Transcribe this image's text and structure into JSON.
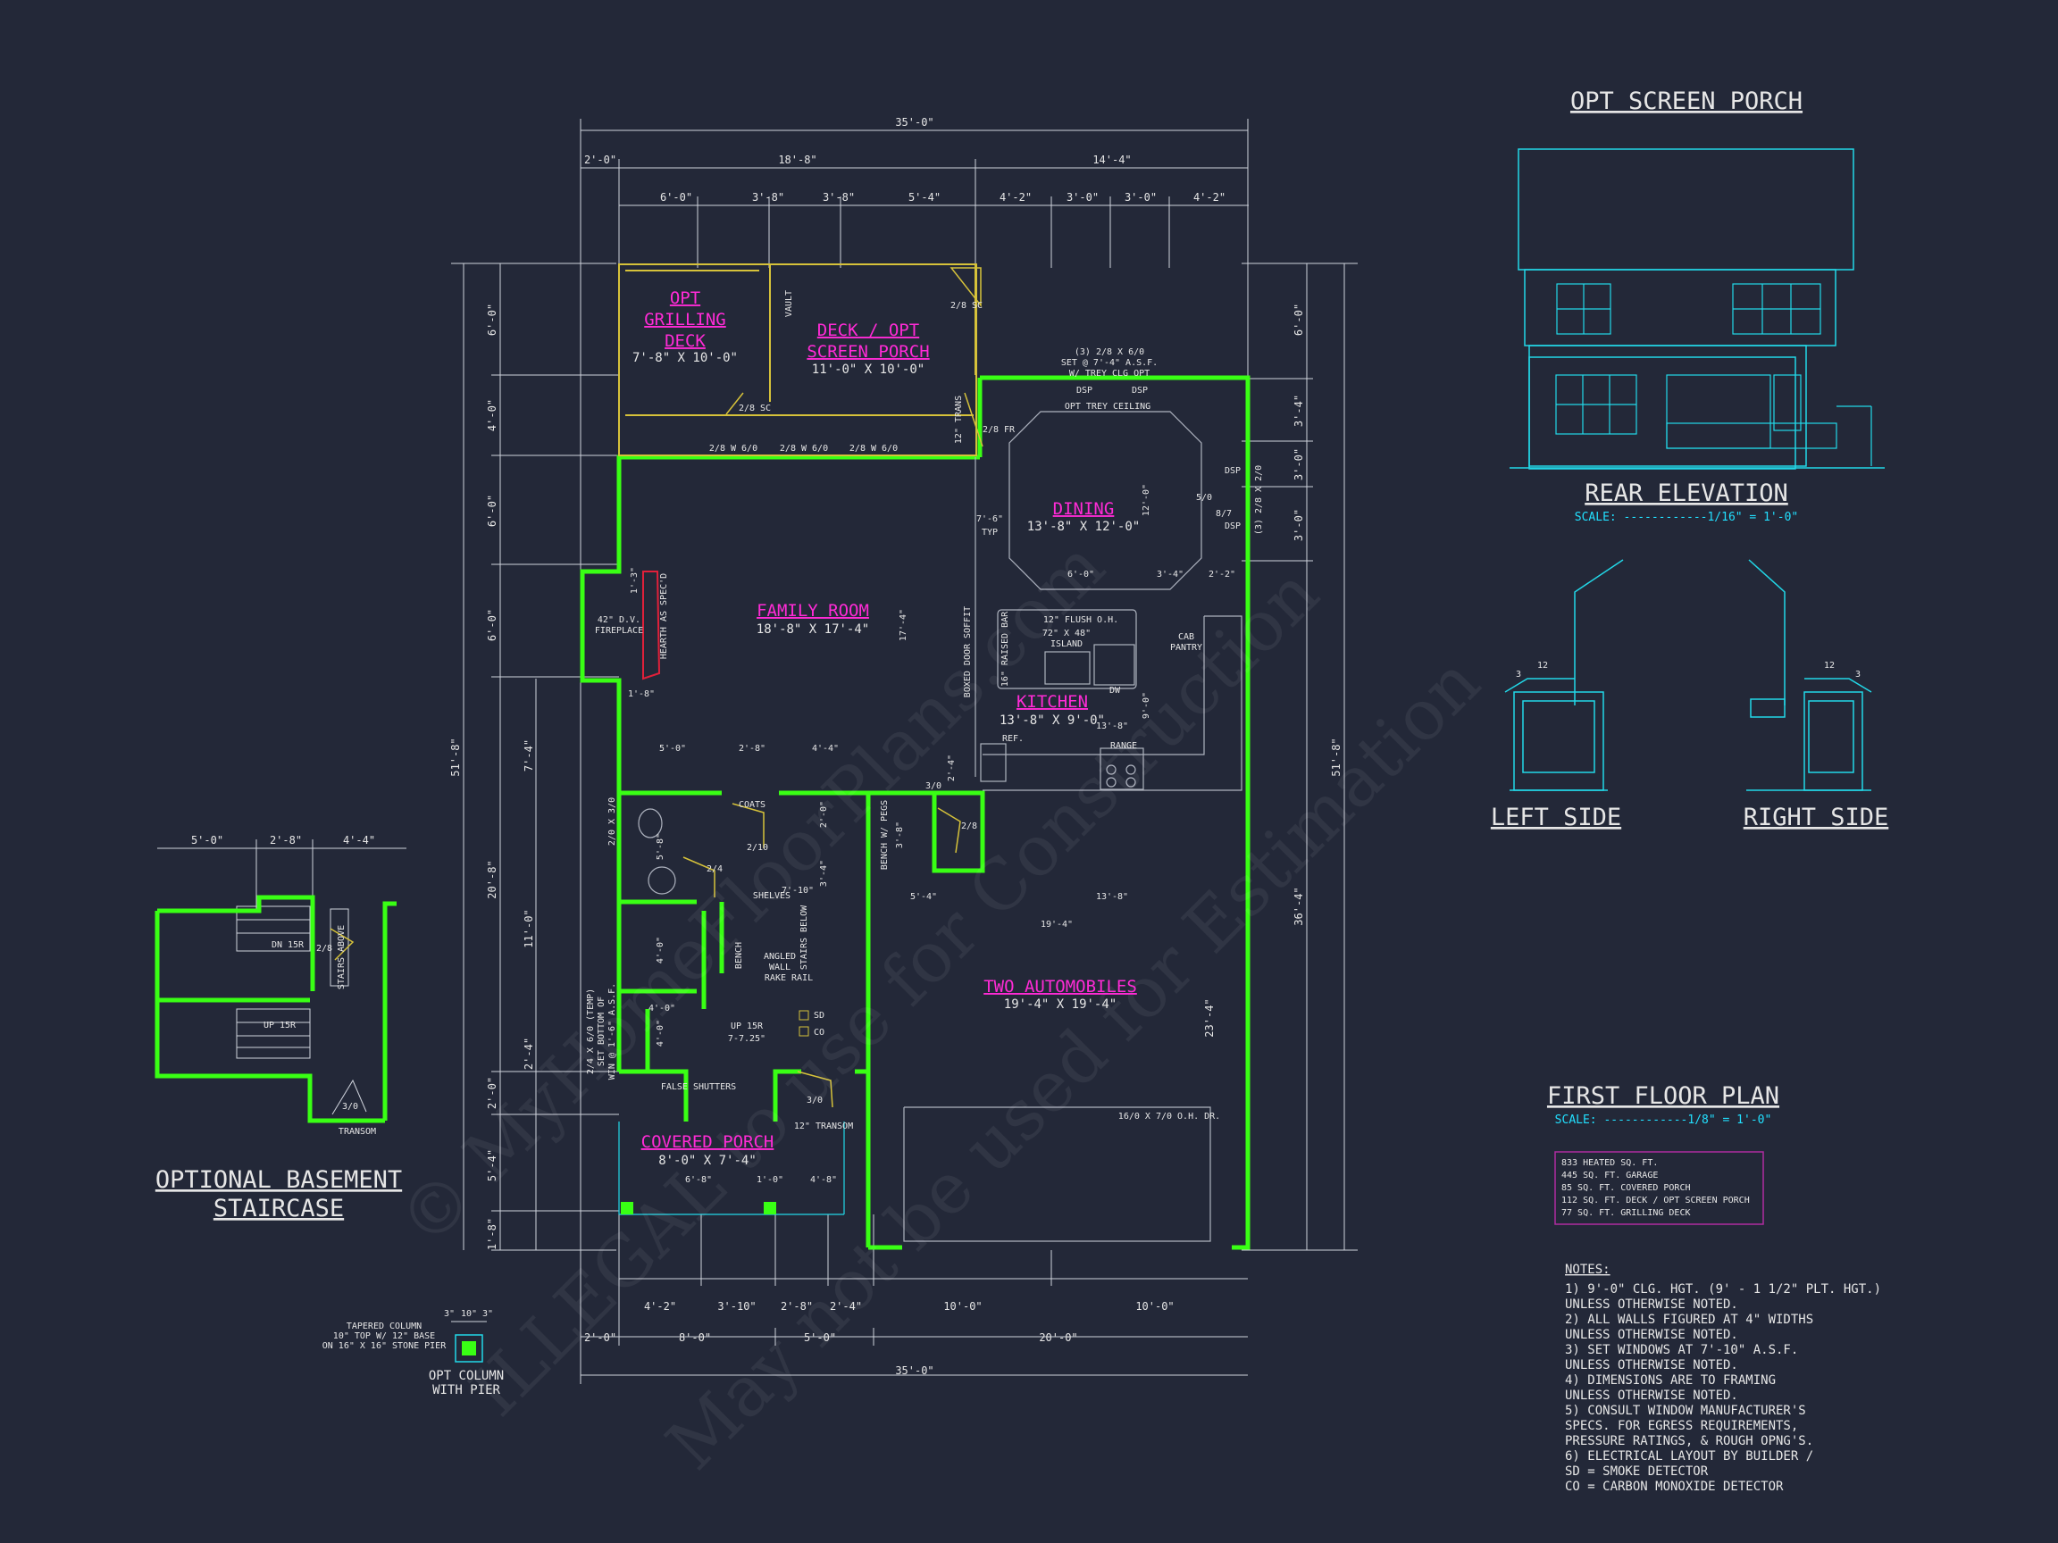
{
  "drawing": {
    "background": "#232838",
    "colors": {
      "wall": "#39ff14",
      "room_label": "#ff2bd6",
      "elevation": "#22d8e8",
      "dimension": "#e6e6e6",
      "deck": "#d6c23a",
      "fireplace": "#e0203a"
    }
  },
  "watermark": {
    "line1": "© MyHomeFloorPlans.com",
    "line2": "ILLEGAL to use for Construction",
    "line3": "May not be used for Estimation"
  },
  "dims": {
    "top_overall": "35'-0\"",
    "top_a": "2'-0\"",
    "top_b": "18'-8\"",
    "top_c": "14'-4\"",
    "top_1": "6'-0\"",
    "top_2": "3'-8\"",
    "top_3": "3'-8\"",
    "top_4": "5'-4\"",
    "top_5": "4'-2\"",
    "top_6": "3'-0\"",
    "top_7": "3'-0\"",
    "top_8": "4'-2\"",
    "bot_1": "4'-2\"",
    "bot_2": "3'-10\"",
    "bot_3": "2'-8\"",
    "bot_4": "2'-4\"",
    "bot_5": "10'-0\"",
    "bot_6": "10'-0\"",
    "bot_a": "2'-0\"",
    "bot_b": "8'-0\"",
    "bot_c": "5'-0\"",
    "bot_d": "20'-0\"",
    "bot_overall": "35'-0\"",
    "left_overall": "51'-8\"",
    "left_1": "6'-0\"",
    "left_2": "4'-0\"",
    "left_3": "6'-0\"",
    "left_4": "6'-0\"",
    "left_5": "20'-8\"",
    "left_6": "2'-0\"",
    "left_7": "5'-4\"",
    "left_8": "1'-8\"",
    "left_i1": "7'-4\"",
    "left_i2": "11'-0\"",
    "left_i3": "2'-4\"",
    "right_overall": "51'-8\"",
    "right_1": "6'-0\"",
    "right_2": "3'-4\"",
    "right_3": "3'-0\"",
    "right_4": "3'-0\"",
    "right_5": "36'-4\"",
    "right_6": "23'-4\""
  },
  "rooms": {
    "grill_name_1": "OPT",
    "grill_name_2": "GRILLING",
    "grill_name_3": "DECK",
    "grill_size": "7'-8\" X 10'-0\"",
    "deck_name_1": "DECK / OPT",
    "deck_name_2": "SCREEN PORCH",
    "deck_size": "11'-0\" X 10'-0\"",
    "dining_name": "DINING",
    "dining_size": "13'-8\" X 12'-0\"",
    "family_name": "FAMILY ROOM",
    "family_size": "18'-8\" X 17'-4\"",
    "kitchen_name": "KITCHEN",
    "kitchen_size": "13'-8\" X 9'-0\"",
    "garage_name": "TWO AUTOMOBILES",
    "garage_size": "19'-4\" X 19'-4\"",
    "porch_name": "COVERED PORCH",
    "porch_size": "8'-0\" X 7'-4\""
  },
  "labels": {
    "vault": "VAULT",
    "dsc1": "2/8 SC",
    "dsc2": "2/8 SC",
    "win1": "2/8 W 6/0",
    "win2": "2/8 W 6/0",
    "win3": "2/8 W 6/0",
    "trans1": "12\" TRANS",
    "fr": "2/8 FR",
    "dining_win_1": "(3) 2/8 X 6/0",
    "dining_win_2": "SET @ 7'-4\" A.S.F.",
    "dining_win_3": "W/ TREY CLG OPT",
    "dsp1": "DSP",
    "dsp2": "DSP",
    "dsp3": "DSP",
    "dsp4": "DSP",
    "trey": "OPT TREY CEILING",
    "right_win": "(3) 2/8 X 2/0",
    "bv": "5/0",
    "b7": "8/7",
    "typ1": "7'-6\"",
    "typ2": "TYP",
    "fireplace_1": "42\" D.V.",
    "fireplace_2": "FIREPLACE",
    "hearth": "HEARTH AS SPEC'D",
    "d_13": "1'-3\"",
    "d_18": "1'-8\"",
    "d_174": "17'-4\"",
    "d_60": "6'-0\"",
    "d_34": "3'-4\"",
    "d_22": "2'-2\"",
    "d_120": "12'-0\"",
    "boxed": "BOXED DOOR SOFFIT",
    "flush": "12\" FLUSH O.H.",
    "island_1": "72\" X 48\"",
    "island_2": "ISLAND",
    "raised": "16\" RAISED BAR",
    "dw": "DW",
    "cab_1": "CAB",
    "cab_2": "PANTRY",
    "ref": "REF.",
    "range": "RANGE",
    "d_138": "13'-8\"",
    "d_90": "9'-0\"",
    "d_50": "5'-0\"",
    "d_28": "2'-8\"",
    "d_44": "4'-4\"",
    "coats": "COATS",
    "d_20": "2'-0\"",
    "door_210": "2/10",
    "door_24": "2/4",
    "shelves": "SHELVES",
    "d_710": "7'-10\"",
    "stairs_1": "STAIRS BELOW",
    "bench": "BENCH",
    "angled_1": "ANGLED",
    "angled_2": "WALL",
    "angled_3": "RAKE RAIL",
    "d_34b": "3'-4\"",
    "d_40a": "4'-0\"",
    "d_40b": "4'-0\"",
    "d_40c": "4'-0\"",
    "d_58": "5'-8\"",
    "up": "UP 15R",
    "riser": "7-7.25\"",
    "sd": "SD",
    "co": "CO",
    "w_left_1": "2/0 X 3/0",
    "w_left_2": "2/4 X 6/0 (TEMP)",
    "w_left_3": "SET BOTTOM OF",
    "w_left_4": "WIN @ 1'-6\" A.S.F.",
    "shutters": "FALSE SHUTTERS",
    "door_30a": "3/0",
    "trans2": "12\" TRANSOM",
    "d_68": "6'-8\"",
    "d_10": "1'-0\"",
    "d_48": "4'-8\"",
    "bench2": "BENCH W/ PEGS",
    "d_38": "3'-8\"",
    "door_30b": "3/0",
    "door_28": "2/8",
    "d_24": "2'-4\"",
    "d_54": "5'-4\"",
    "d_138g": "13'-8\"",
    "d_194": "19'-4\"",
    "ohdr": "16/0 X 7/0 O.H. DR."
  },
  "basement": {
    "d_50": "5'-0\"",
    "d_28": "2'-8\"",
    "d_44": "4'-4\"",
    "dn": "DN 15R",
    "up": "UP 15R",
    "door": "2/8",
    "stairs": "STAIRS ABOVE",
    "door2": "3/0",
    "transom": "TRANSOM",
    "title_1": "OPTIONAL BASEMENT",
    "title_2": "STAIRCASE"
  },
  "column": {
    "d_1": "3\"",
    "d_2": "10\"",
    "d_3": "3\"",
    "text_1": "TAPERED COLUMN",
    "text_2": "10\" TOP W/ 12\" BASE",
    "text_3": "ON 16\" X 16\" STONE PIER",
    "title_1": "OPT COLUMN",
    "title_2": "WITH PIER"
  },
  "screen_porch_title": "OPT SCREEN PORCH",
  "rear": {
    "title": "REAR ELEVATION",
    "scale": "SCALE: ------------1/16\" = 1'-0\""
  },
  "left_side": {
    "title": "LEFT SIDE",
    "pitch": "12",
    "pitch2": "3"
  },
  "right_side": {
    "title": "RIGHT SIDE",
    "pitch": "12",
    "pitch2": "3"
  },
  "plan_title": {
    "title": "FIRST FLOOR PLAN",
    "scale": "SCALE: ------------1/8\" = 1'-0\""
  },
  "areas": [
    "833 HEATED SQ. FT.",
    "445 SQ. FT. GARAGE",
    "85 SQ. FT. COVERED PORCH",
    "112 SQ. FT. DECK / OPT SCREEN PORCH",
    "77 SQ. FT. GRILLING DECK"
  ],
  "notes": {
    "title": "NOTES:",
    "lines": [
      "1) 9'-0\" CLG. HGT. (9' - 1 1/2\" PLT. HGT.)",
      "    UNLESS OTHERWISE NOTED.",
      "2) ALL  WALLS FIGURED AT 4\" WIDTHS",
      "    UNLESS OTHERWISE NOTED.",
      "3) SET WINDOWS AT 7'-10\" A.S.F.",
      "    UNLESS OTHERWISE NOTED.",
      "4) DIMENSIONS ARE TO FRAMING",
      "    UNLESS OTHERWISE NOTED.",
      "5) CONSULT WINDOW MANUFACTURER'S",
      "    SPECS. FOR EGRESS REQUIREMENTS,",
      "    PRESSURE RATINGS, & ROUGH OPNG'S.",
      "6) ELECTRICAL LAYOUT BY BUILDER /",
      "    SD = SMOKE DETECTOR",
      "    CO = CARBON MONOXIDE DETECTOR"
    ]
  }
}
